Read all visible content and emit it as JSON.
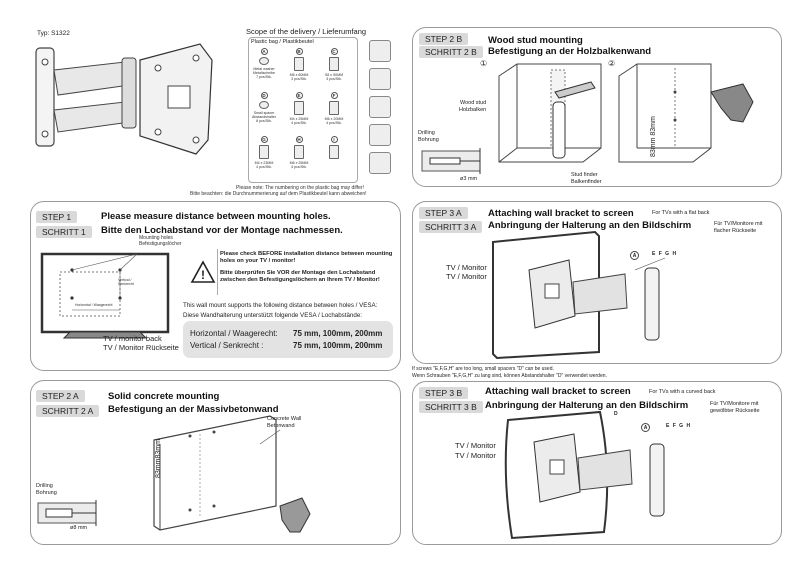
{
  "header": {
    "type_label": "Typ: S1322"
  },
  "scope": {
    "title": "Scope of the delivery / Lieferumfang",
    "bag_label": "Plastic bag / Plastikbeutel",
    "parts": [
      {
        "letter": "A",
        "desc": "Metal washer\nMetallscheibe",
        "qty": "7 pcs/Stk."
      },
      {
        "letter": "B",
        "desc": "M6 x 60MM",
        "qty": "3 pcs/Stk."
      },
      {
        "letter": "C",
        "desc": "S8 x 50MM",
        "qty": "3 pcs/Stk."
      },
      {
        "letter": "D",
        "desc": "Small spacer\nAbstandshalter",
        "qty": "8 pcs/Stk."
      },
      {
        "letter": "E",
        "desc": "M4 x 25MM",
        "qty": "4 pcs/Stk."
      },
      {
        "letter": "F",
        "desc": "M6 x 20MM",
        "qty": "4 pcs/Stk."
      },
      {
        "letter": "G",
        "desc": "M4 x 23MM",
        "qty": "4 pcs/Stk."
      },
      {
        "letter": "H",
        "desc": "M6 x 25MM",
        "qty": "4 pcs/Stk."
      },
      {
        "letter": "I",
        "desc": "",
        "qty": ""
      }
    ],
    "note_en": "Please note: The numbering on the plastic bag may differ!",
    "note_de": "Bitte beachten: die Durchnummerierung auf dem Plastikbeutel kann abweichen!"
  },
  "step1": {
    "step": "STEP   1",
    "schritt": "SCHRITT 1",
    "title_en": "Please measure distance between mounting holes.",
    "title_de": "Bitte den Lochabstand vor der Montage nachmessen.",
    "holes_label": "Mounting holes\nBefestigungslöcher",
    "vertical_label": "Vertical /\nSenkrecht",
    "horizontal_label": "Horizontal / Waagerecht",
    "back_label_en": "TV / monitor back",
    "back_label_de": "TV / Monitor Rückseite",
    "warn_en": "Please check BEFORE installation distance between mounting holes on your TV / monitor!",
    "warn_de": "Bitte überprüfen Sie VOR der Montage den Lochabstand zwischen den Befestigungslöchern an Ihrem TV / Monitor!",
    "vesa_en": "This wall mount supports the following distance between holes / VESA:",
    "vesa_de": "Diese Wandhalterung unterstützt folgende VESA / Lochabstände:",
    "h_label": "Horizontal / Waagerecht:",
    "h_value": "75 mm, 100mm, 200mm",
    "v_label": "Vertical / Senkrecht :",
    "v_value": "75 mm, 100mm, 200mm"
  },
  "step2a": {
    "step": "STEP   2 A",
    "schritt": "SCHRITT 2 A",
    "title_en": "Solid concrete mounting",
    "title_de": "Befestigung an der Massivbetonwand",
    "wall_label": "Concrete Wall\nBetonwand",
    "dim_label": "83mm83mm",
    "drill_label": "Drilling\nBohrung",
    "drill_size": "ø8  mm"
  },
  "step2b": {
    "step": "STEP   2 B",
    "schritt": "SCHRITT 2 B",
    "title_en": "Wood stud mounting",
    "title_de": "Befestigung an der Holzbalkenwand",
    "num1": "①",
    "num2": "②",
    "stud_label": "Wood stud\nHolzbalken",
    "finder_label": "Stud finder\nBalkenfinder",
    "dim_label": "83mm  83mm",
    "drill_label": "Drilling\nBohrung",
    "drill_size": "ø3  mm"
  },
  "step3a": {
    "step": "STEP   3 A",
    "schritt": "SCHRITT 3 A",
    "title_en": "Attaching wall bracket to screen",
    "title_de": "Anbringung der Halterung an den Bildschirm",
    "note_en": "For TVs with a flat back",
    "note_de": "Für TV/Monitore mit\nflacher Rückseite",
    "tv_label_1": "TV / Monitor",
    "tv_label_2": "TV / Monitor",
    "callout_a": "A",
    "callout_efgh": "E F G H",
    "footnote_en": "If screws \"E,F,G,H\" are too long, small spacers \"D\" can be used.",
    "footnote_de": "Wenn Schrauben  \"E,F,G,H\" zu lang sind,  können Abstandshalter \"D\" verwendet werden."
  },
  "step3b": {
    "step": "STEP   3 B",
    "schritt": "SCHRITT 3 B",
    "title_en": "Attaching wall bracket to screen",
    "title_de": "Anbringung der Halterung an den Bildschirm",
    "note_en": "For TVs with a curved back",
    "note_de": "Für TV/Monitore mit\ngewölbter Rückseite",
    "tv_label_1": "TV / Monitor",
    "tv_label_2": "TV / Monitor",
    "callout_d": "D",
    "callout_a": "A",
    "callout_efgh": "E F G H"
  }
}
